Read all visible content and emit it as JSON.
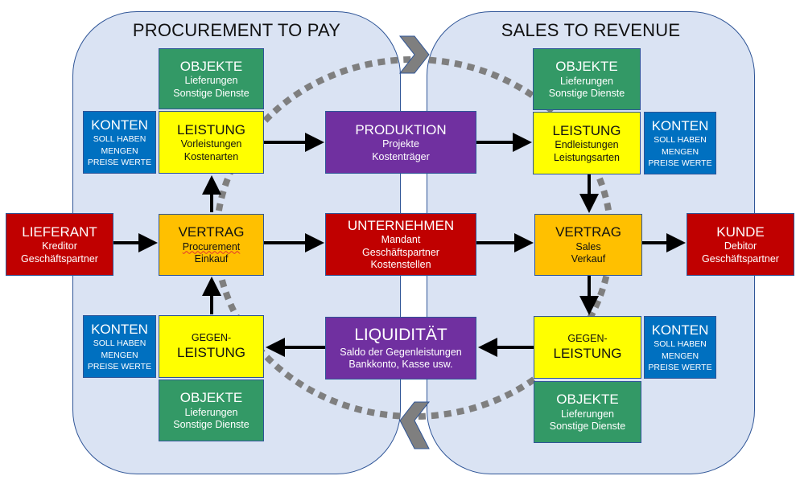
{
  "panels": {
    "left_title": "PROCUREMENT TO PAY",
    "right_title": "SALES TO REVENUE"
  },
  "left": {
    "objekte_top": {
      "title": "OBJEKTE",
      "lines": [
        "Lieferungen",
        "Sonstige Dienste"
      ]
    },
    "konten_top": {
      "title": "KONTEN",
      "lines": [
        "SOLL HABEN",
        "MENGEN",
        "PREISE WERTE"
      ]
    },
    "leistung": {
      "title": "LEISTUNG",
      "lines": [
        "Vorleistungen",
        "Kostenarten"
      ]
    },
    "vertrag": {
      "title": "VERTRAG",
      "lines": [
        "Procurement",
        "Einkauf"
      ]
    },
    "konten_bottom": {
      "title": "KONTEN",
      "lines": [
        "SOLL HABEN",
        "MENGEN",
        "PREISE WERTE"
      ]
    },
    "gegenleistung": {
      "line1": "GEGEN-",
      "title": "LEISTUNG"
    },
    "objekte_bottom": {
      "title": "OBJEKTE",
      "lines": [
        "Lieferungen",
        "Sonstige Dienste"
      ]
    }
  },
  "center": {
    "produktion": {
      "title": "PRODUKTION",
      "lines": [
        "Projekte",
        "Kostenträger"
      ]
    },
    "unternehmen": {
      "title": "UNTERNEHMEN",
      "lines": [
        "Mandant",
        "Geschäftspartner",
        "Kostenstellen"
      ]
    },
    "liquiditaet": {
      "title": "LIQUIDITÄT",
      "lines": [
        "Saldo der Gegenleistungen",
        "Bankkonto, Kasse usw."
      ]
    }
  },
  "right": {
    "objekte_top": {
      "title": "OBJEKTE",
      "lines": [
        "Lieferungen",
        "Sonstige Dienste"
      ]
    },
    "leistung": {
      "title": "LEISTUNG",
      "lines": [
        "Endleistungen",
        "Leistungsarten"
      ]
    },
    "konten_top": {
      "title": "KONTEN",
      "lines": [
        "SOLL HABEN",
        "MENGEN",
        "PREISE WERTE"
      ]
    },
    "vertrag": {
      "title": "VERTRAG",
      "lines": [
        "Sales",
        "Verkauf"
      ]
    },
    "gegenleistung": {
      "line1": "GEGEN-",
      "title": "LEISTUNG"
    },
    "konten_bottom": {
      "title": "KONTEN",
      "lines": [
        "SOLL HABEN",
        "MENGEN",
        "PREISE WERTE"
      ]
    },
    "objekte_bottom": {
      "title": "OBJEKTE",
      "lines": [
        "Lieferungen",
        "Sonstige Dienste"
      ]
    }
  },
  "external": {
    "lieferant": {
      "title": "LIEFERANT",
      "lines": [
        "Kreditor",
        "Geschäftspartner"
      ]
    },
    "kunde": {
      "title": "KUNDE",
      "lines": [
        "Debitor",
        "Geschäftspartner"
      ]
    }
  },
  "colors": {
    "panel_bg": "#dae3f3",
    "objekte": "#339966",
    "leistung": "#ffff00",
    "konten": "#0070c0",
    "vertrag": "#ffc000",
    "partner": "#c00000",
    "center_purple": "#7030a0",
    "cycle_dots": "#7f7f7f"
  }
}
